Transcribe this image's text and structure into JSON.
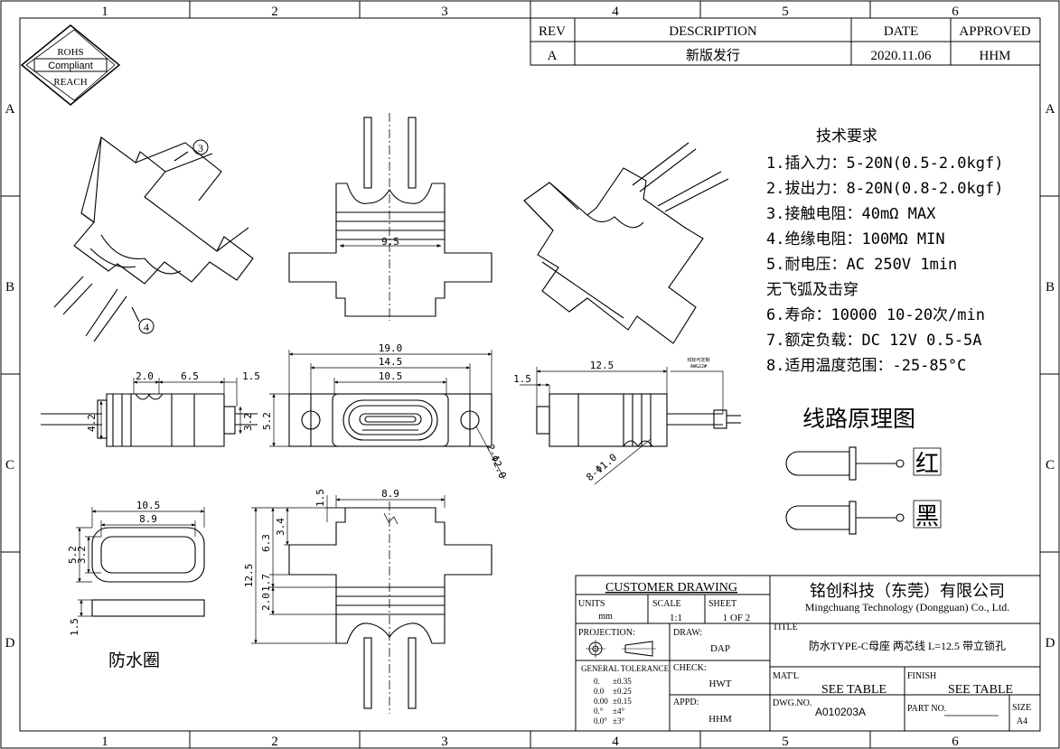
{
  "grid": {
    "cols_top": [
      "1",
      "2",
      "3",
      "4",
      "5",
      "6"
    ],
    "cols_bottom": [
      "1",
      "2",
      "3",
      "4",
      "5",
      "6"
    ],
    "rows_left": [
      "A",
      "B",
      "C",
      "D"
    ],
    "rows_right": [
      "A",
      "B",
      "C",
      "D"
    ]
  },
  "stamp": {
    "line1": "ROHS",
    "line2": "Compliant",
    "line3": "REACH"
  },
  "revision": {
    "headers": [
      "REV",
      "DESCRIPTION",
      "DATE",
      "APPROVED"
    ],
    "row": [
      "A",
      "新版发行",
      "2020.11.06",
      "HHM"
    ]
  },
  "callouts": {
    "c3": "3",
    "c4": "4"
  },
  "tech": {
    "title": "技术要求",
    "items": [
      "1.插入力：5-20N(0.5-2.0kgf)",
      "2.拔出力：8-20N(0.8-2.0kgf)",
      "3.接触电阻：40mΩ MAX",
      "4.绝缘电阻：100MΩ MIN",
      "5.耐电压：AC 250V 1min",
      "无飞弧及击穿",
      "6.寿命：10000 10-20次/min",
      "7.额定负载：DC 12V 0.5-5A",
      "8.适用温度范围：-25-85°C"
    ]
  },
  "circuit": {
    "title": "线路原理图",
    "red": "红",
    "black": "黑"
  },
  "dims": {
    "top_width": "9.5",
    "front_19": "19.0",
    "front_14_5": "14.5",
    "front_10_5": "10.5",
    "front_5_2": "5.2",
    "hole_dia": "2-Φ2.0",
    "side_2_0": "2.0",
    "side_6_5": "6.5",
    "side_1_5": "1.5",
    "side_4_2": "4.2",
    "side_3_2": "3.2",
    "rside_12_5": "12.5",
    "rside_1_5": "1.5",
    "rside_wire": "8-Φ1.0",
    "rside_note1": "线标可定制",
    "rside_note2": "AWG22#",
    "bot_8_9": "8.9",
    "bot_1_5": "1.5",
    "bot_3_4": "3.4",
    "bot_6_3": "6.3",
    "bot_12_5": "12.5",
    "bot_1_7": "1.7",
    "bot_2_0": "2.0",
    "ring_10_5": "10.5",
    "ring_8_9": "8.9",
    "ring_3_2a": "3.2",
    "ring_5_2": "5.2",
    "ring_1_5": "1.5"
  },
  "ring_label": "防水圈",
  "title_block": {
    "customer": "CUSTOMER DRAWING",
    "units_label": "UNITS",
    "units_value": "mm",
    "scale_label": "SCALE",
    "scale_value": "1:1",
    "sheet_label": "SHEET",
    "sheet_value": "1 OF 2",
    "company_cn": "铭创科技（东莞）有限公司",
    "company_en": "Mingchuang Technology (Dongguan) Co., Ltd.",
    "title_label": "TITLE",
    "title_value": "防水TYPE-C母座 两芯线 L=12.5 带立锁孔",
    "projection_label": "PROJECTION:",
    "draw_label": "DRAW:",
    "draw_value": "DAP",
    "tol_title": "GENERAL TOLERANCE",
    "tol_rows": [
      [
        "0.",
        "±0.35"
      ],
      [
        "0.0",
        "±0.25"
      ],
      [
        "0.00",
        "±0.15"
      ],
      [
        "0.°",
        "±4°"
      ],
      [
        "0.0°",
        "±3°"
      ]
    ],
    "check_label": "CHECK:",
    "check_value": "HWT",
    "matl_label": "MAT'L",
    "matl_value": "SEE TABLE",
    "finish_label": "FINISH",
    "finish_value": "SEE TABLE",
    "appd_label": "APPD:",
    "appd_value": "HHM",
    "dwg_label": "DWG.NO.",
    "dwg_value": "A010203A",
    "part_label": "PART NO.",
    "size_label": "SIZE",
    "size_value": "A4"
  }
}
